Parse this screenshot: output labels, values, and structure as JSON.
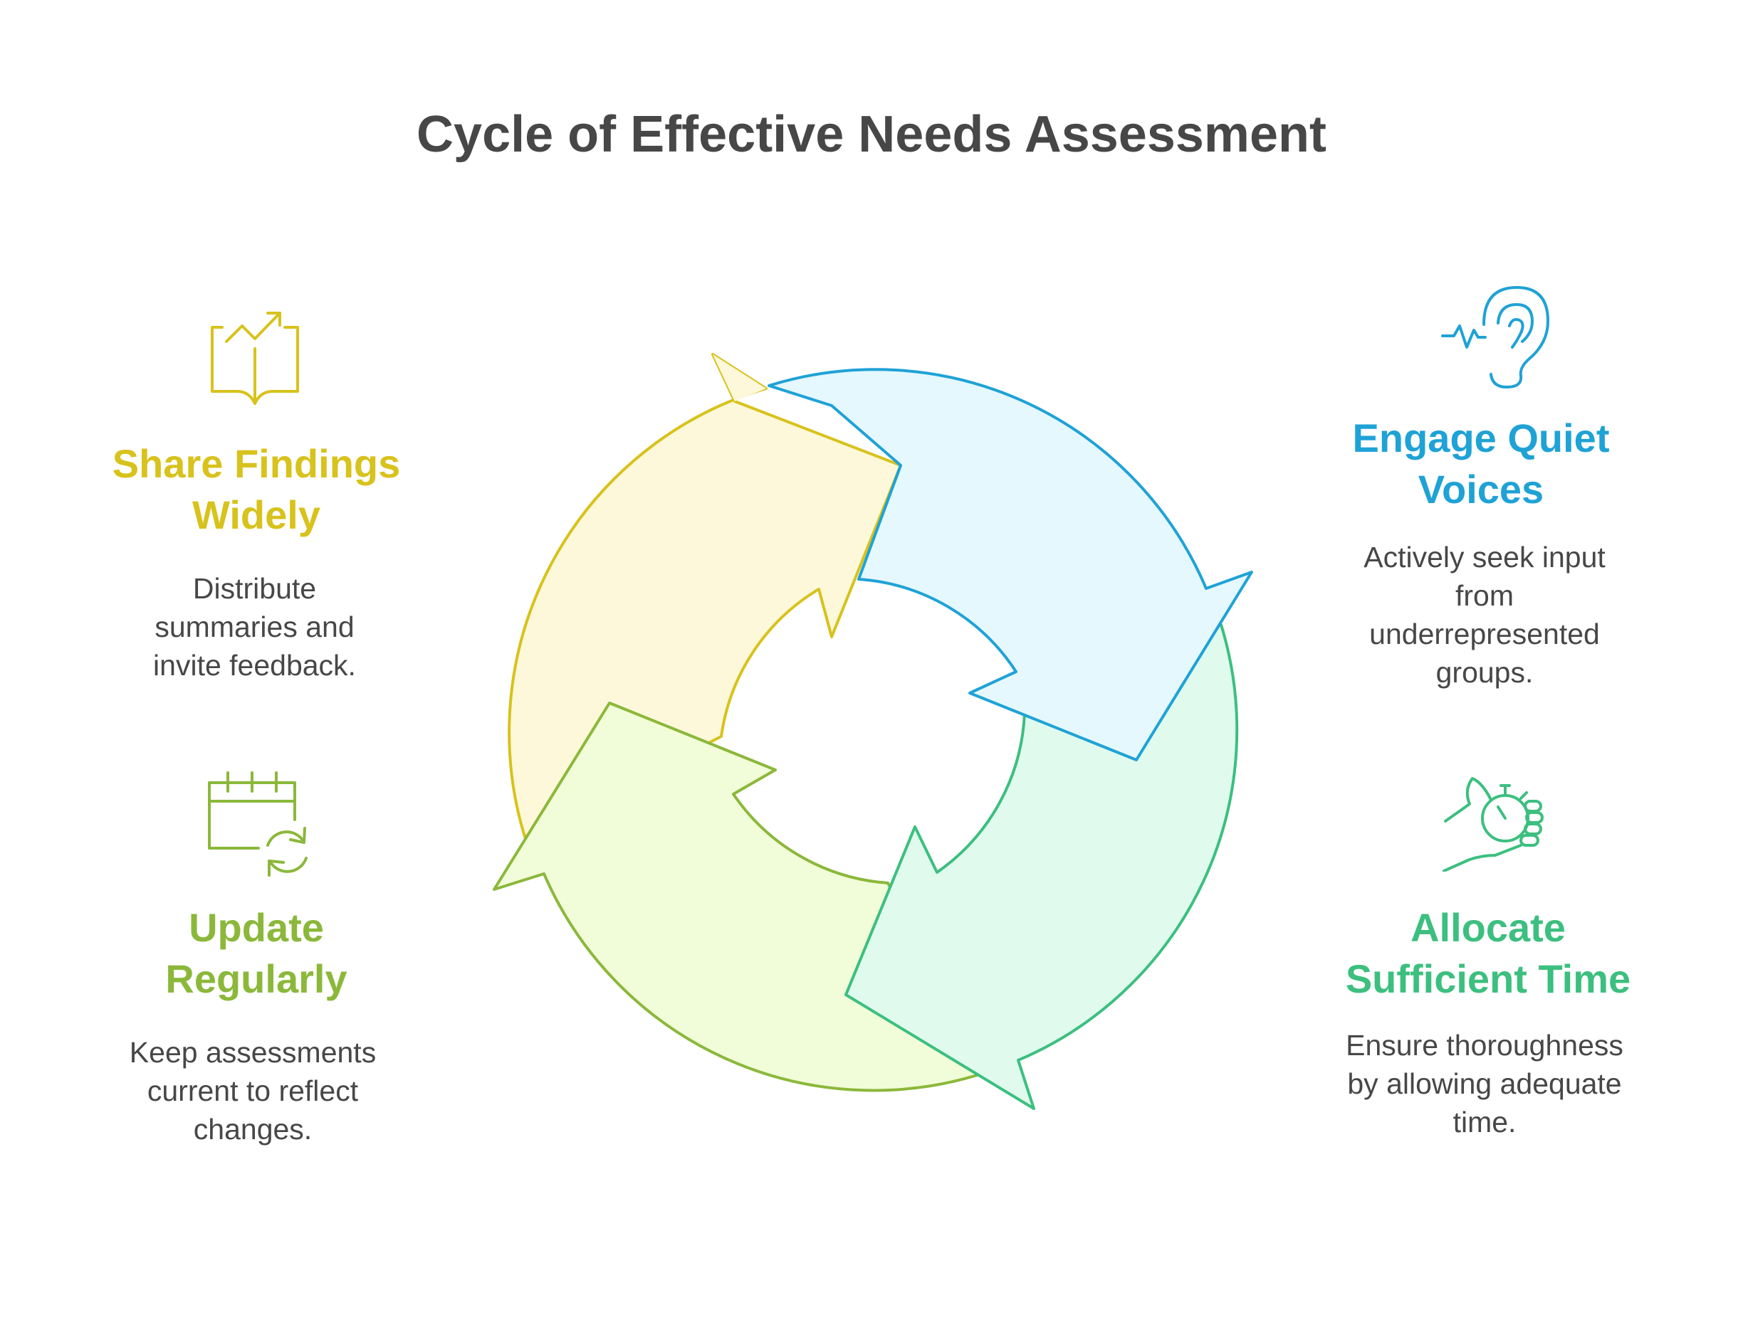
{
  "title": "Cycle of Effective Needs Assessment",
  "colors": {
    "share": "#d8c21c",
    "engage": "#1fa2d6",
    "allocate": "#3cbf7f",
    "update": "#8bb83a",
    "text": "#474747"
  },
  "steps": [
    {
      "id": "share",
      "title": "Share Findings Widely",
      "description": "Distribute summaries and invite feedback.",
      "icon": "book-trend-up-icon"
    },
    {
      "id": "engage",
      "title": "Engage Quiet Voices",
      "description": "Actively seek input from underrepresented groups.",
      "icon": "ear-listening-icon"
    },
    {
      "id": "allocate",
      "title": "Allocate Sufficient Time",
      "description": "Ensure thoroughness by allowing adequate time.",
      "icon": "hand-stopwatch-icon"
    },
    {
      "id": "update",
      "title": "Update Regularly",
      "description": "Keep assessments current to reflect changes.",
      "icon": "calendar-refresh-icon"
    }
  ]
}
